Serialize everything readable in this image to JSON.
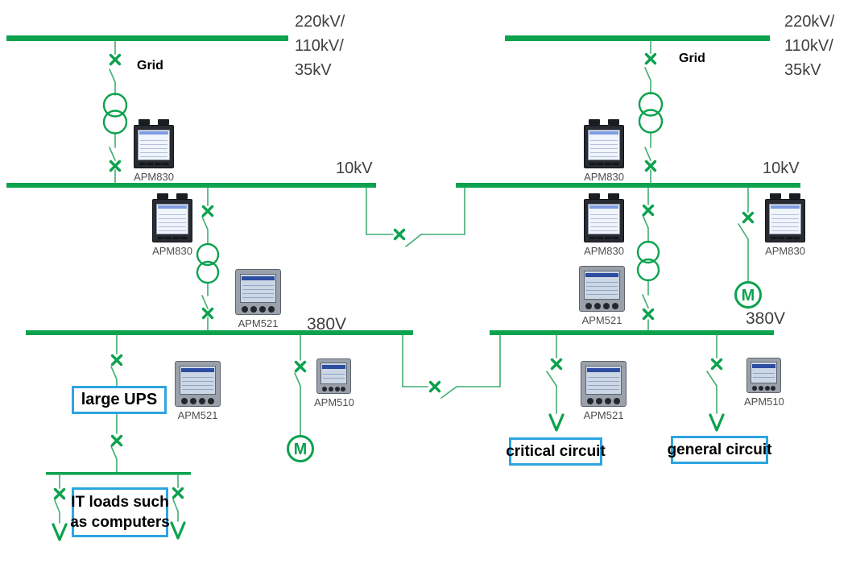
{
  "palette": {
    "line_green": "#0ca24e",
    "thin_green": "#41ad72",
    "box_border_blue": "#2ca5e0",
    "label_gray": "#3f3f3f",
    "meter_label_gray": "#4e4e4e"
  },
  "voltage_labels": {
    "hv_left_lines": [
      "220kV/",
      "110kV/",
      "35kV"
    ],
    "hv_right_lines": [
      "220kV/",
      "110kV/",
      "35kV"
    ],
    "mv_left": "10kV",
    "mv_right": "10kV",
    "lv_left": "380V",
    "lv_right": "380V"
  },
  "grid_labels": {
    "left": "Grid",
    "right": "Grid"
  },
  "meters": [
    {
      "id": "apm830-top-left",
      "model": "APM830"
    },
    {
      "id": "apm830-mid-left",
      "model": "APM830"
    },
    {
      "id": "apm521-mid-left",
      "model": "APM521"
    },
    {
      "id": "apm521-bottom-left",
      "model": "APM521"
    },
    {
      "id": "apm510-bottom-left",
      "model": "APM510"
    },
    {
      "id": "apm830-top-right",
      "model": "APM830"
    },
    {
      "id": "apm830-mid-right",
      "model": "APM830"
    },
    {
      "id": "apm830-feeder-right",
      "model": "APM830"
    },
    {
      "id": "apm521-mid-right",
      "model": "APM521"
    },
    {
      "id": "apm521-bottom-right",
      "model": "APM521"
    },
    {
      "id": "apm510-bottom-right",
      "model": "APM510"
    }
  ],
  "load_boxes": {
    "large_ups": "large UPS",
    "it_loads_line1": "IT loads such",
    "it_loads_line2": "as computers",
    "critical_circuit": "critical circuit",
    "general_circuit": "general circuit"
  },
  "motors": {
    "left_symbol": "M",
    "right_symbol": "M"
  }
}
